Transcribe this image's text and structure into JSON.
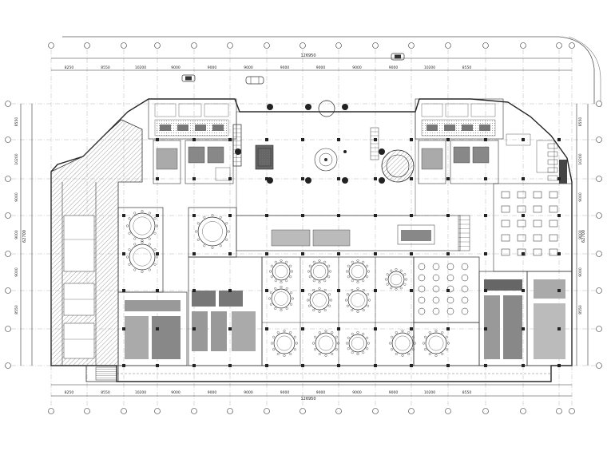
{
  "dimensions": {
    "top_total": "126950",
    "bottom_total": "126950",
    "left_total": "62700",
    "right_total": "62700",
    "top_spans": [
      "8250",
      "8550",
      "10200",
      "9000",
      "9000",
      "9000",
      "9000",
      "9000",
      "9000",
      "9000",
      "10200",
      "8550"
    ],
    "bottom_spans": [
      "8250",
      "8550",
      "10200",
      "9000",
      "9000",
      "9000",
      "9000",
      "9000",
      "9000",
      "9000",
      "10200",
      "8550"
    ],
    "left_spans": [
      "8550",
      "10200",
      "9000",
      "9000",
      "9000",
      "8550"
    ],
    "right_spans": [
      "8550",
      "10200",
      "9000",
      "9000",
      "9000",
      "8550"
    ]
  },
  "colors": {
    "line": "#2a2a2a",
    "grid": "#777777",
    "hatch": "#9a9a9a",
    "fill_dark": "#555555",
    "bg": "#ffffff"
  }
}
